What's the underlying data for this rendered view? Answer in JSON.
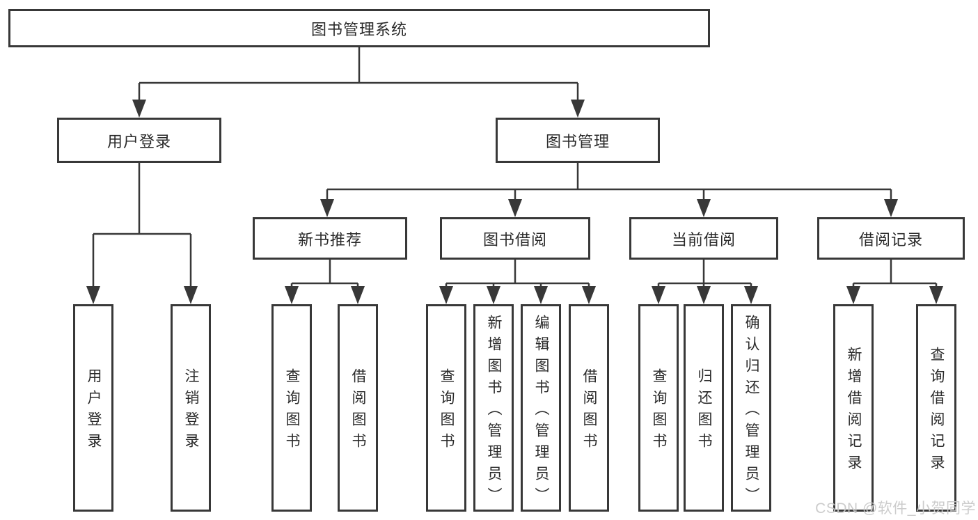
{
  "colors": {
    "line": "#383838",
    "text": "#2a2a2a",
    "box_background": "#ffffff",
    "watermark": "#c9c9c9"
  },
  "tree": {
    "root": {
      "label": "图书管理系统"
    },
    "branches": [
      {
        "label": "用户登录",
        "children": [
          {
            "label": "用户登录"
          },
          {
            "label": "注销登录"
          }
        ]
      },
      {
        "label": "图书管理",
        "sections": [
          {
            "label": "新书推荐",
            "children": [
              {
                "label": "查询图书"
              },
              {
                "label": "借阅图书"
              }
            ]
          },
          {
            "label": "图书借阅",
            "children": [
              {
                "label": "查询图书"
              },
              {
                "label": "新增图书（管理员）"
              },
              {
                "label": "编辑图书（管理员）"
              },
              {
                "label": "借阅图书"
              }
            ]
          },
          {
            "label": "当前借阅",
            "children": [
              {
                "label": "查询图书"
              },
              {
                "label": "归还图书"
              },
              {
                "label": "确认归还（管理员）"
              }
            ]
          },
          {
            "label": "借阅记录",
            "children": [
              {
                "label": "新增借阅记录"
              },
              {
                "label": "查询借阅记录"
              }
            ]
          }
        ]
      }
    ]
  },
  "watermark": {
    "text": "CSDN @软件_小贺同学"
  }
}
